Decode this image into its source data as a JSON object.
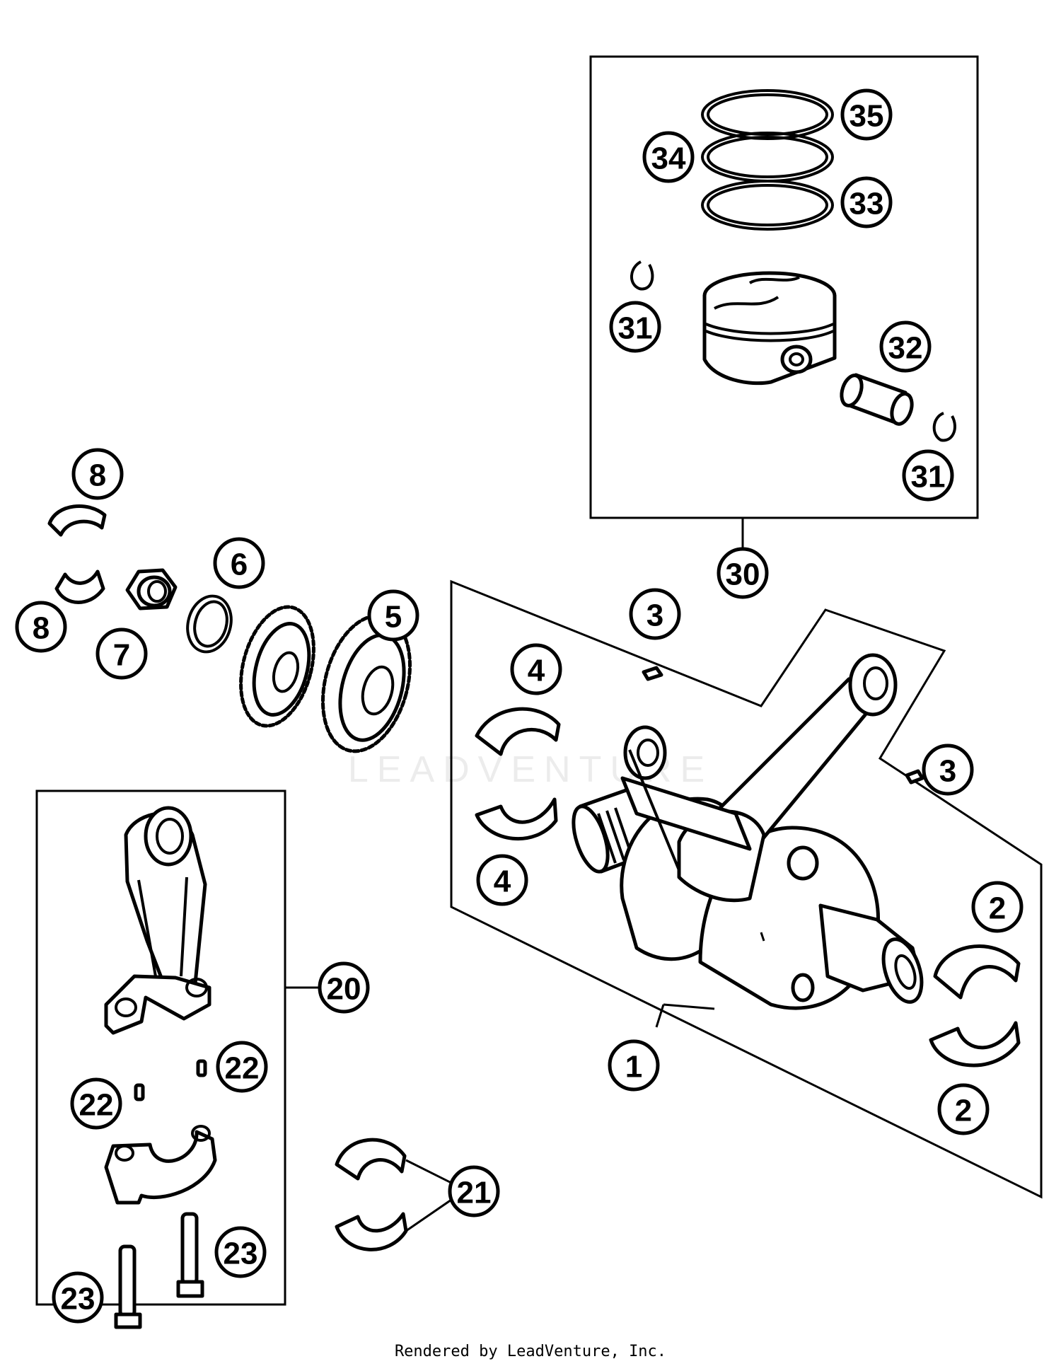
{
  "watermark": "LEADVENTURE",
  "footer_text": "Rendered by LeadVenture, Inc.",
  "callouts": [
    {
      "id": "c35",
      "label": "35"
    },
    {
      "id": "c34",
      "label": "34"
    },
    {
      "id": "c33",
      "label": "33"
    },
    {
      "id": "c31a",
      "label": "31"
    },
    {
      "id": "c32",
      "label": "32"
    },
    {
      "id": "c31b",
      "label": "31"
    },
    {
      "id": "c30",
      "label": "30"
    },
    {
      "id": "c8a",
      "label": "8"
    },
    {
      "id": "c8b",
      "label": "8"
    },
    {
      "id": "c6",
      "label": "6"
    },
    {
      "id": "c5",
      "label": "5"
    },
    {
      "id": "c7",
      "label": "7"
    },
    {
      "id": "c3a",
      "label": "3"
    },
    {
      "id": "c4a",
      "label": "4"
    },
    {
      "id": "c3b",
      "label": "3"
    },
    {
      "id": "c4b",
      "label": "4"
    },
    {
      "id": "c2a",
      "label": "2"
    },
    {
      "id": "c2b",
      "label": "2"
    },
    {
      "id": "c1",
      "label": "1"
    },
    {
      "id": "c20",
      "label": "20"
    },
    {
      "id": "c22a",
      "label": "22"
    },
    {
      "id": "c22b",
      "label": "22"
    },
    {
      "id": "c21",
      "label": "21"
    },
    {
      "id": "c23a",
      "label": "23"
    },
    {
      "id": "c23b",
      "label": "23"
    }
  ]
}
